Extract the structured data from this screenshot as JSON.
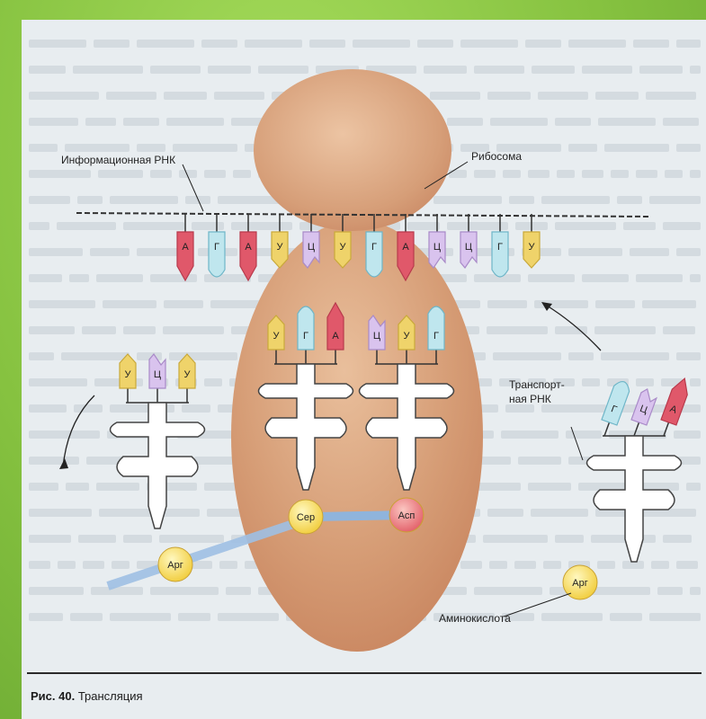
{
  "labels": {
    "mrna": "Информационная РНК",
    "ribosome": "Рибосома",
    "trna": [
      "Транспорт-",
      "ная РНК"
    ],
    "amino_acid": "Аминокислота"
  },
  "caption": {
    "number": "Рис. 40.",
    "text": "Трансляция"
  },
  "mrna_codons": [
    "А",
    "Г",
    "А",
    "У",
    "Ц",
    "У",
    "Г",
    "А",
    "Ц",
    "Ц",
    "Г",
    "У"
  ],
  "trna_left_anticodon": [
    "У",
    "Ц",
    "У"
  ],
  "trna_mid1_anticodon": [
    "У",
    "Г",
    "А"
  ],
  "trna_mid2_anticodon": [
    "Ц",
    "У",
    "Г"
  ],
  "trna_right_anticodon": [
    "Г",
    "Ц",
    "А"
  ],
  "amino_acids": {
    "left": "Арг",
    "mid1": "Сер",
    "mid2": "Асп",
    "right": "Арг"
  },
  "nucleotide_colors": {
    "А": "#e0586a",
    "Г": "#bfe6ee",
    "У": "#efd36a",
    "Ц": "#d9c3ee"
  }
}
